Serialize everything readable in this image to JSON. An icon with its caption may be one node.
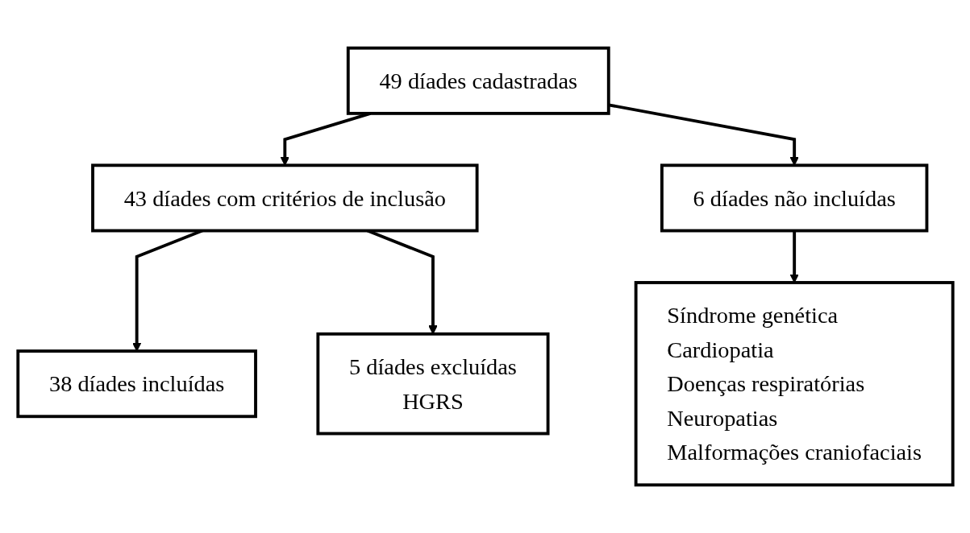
{
  "diagram": {
    "nodes": [
      {
        "text": [
          "49 díades cadastradas"
        ]
      },
      {
        "text": [
          "6 díades não incluídas"
        ]
      },
      {
        "text": [
          "Síndrome genética",
          "Cardiopatia",
          "Doenças respiratórias",
          "Neuropatias",
          "Malformações craniofaciais"
        ]
      },
      {
        "text": [
          "43 díades com critérios de inclusão"
        ]
      },
      {
        "text": [
          "5 díades excluídas",
          "HGRS"
        ]
      },
      {
        "text": [
          "38 díades incluídas"
        ]
      }
    ],
    "edges": [
      {
        "from": 0,
        "to": 3,
        "arrow": "to"
      },
      {
        "from": 0,
        "to": 1,
        "arrow": "to"
      },
      {
        "from": 1,
        "to": 2,
        "arrow": "to"
      },
      {
        "from": 3,
        "to": 5,
        "arrow": "to"
      },
      {
        "from": 3,
        "to": 4,
        "arrow": "to"
      }
    ]
  }
}
